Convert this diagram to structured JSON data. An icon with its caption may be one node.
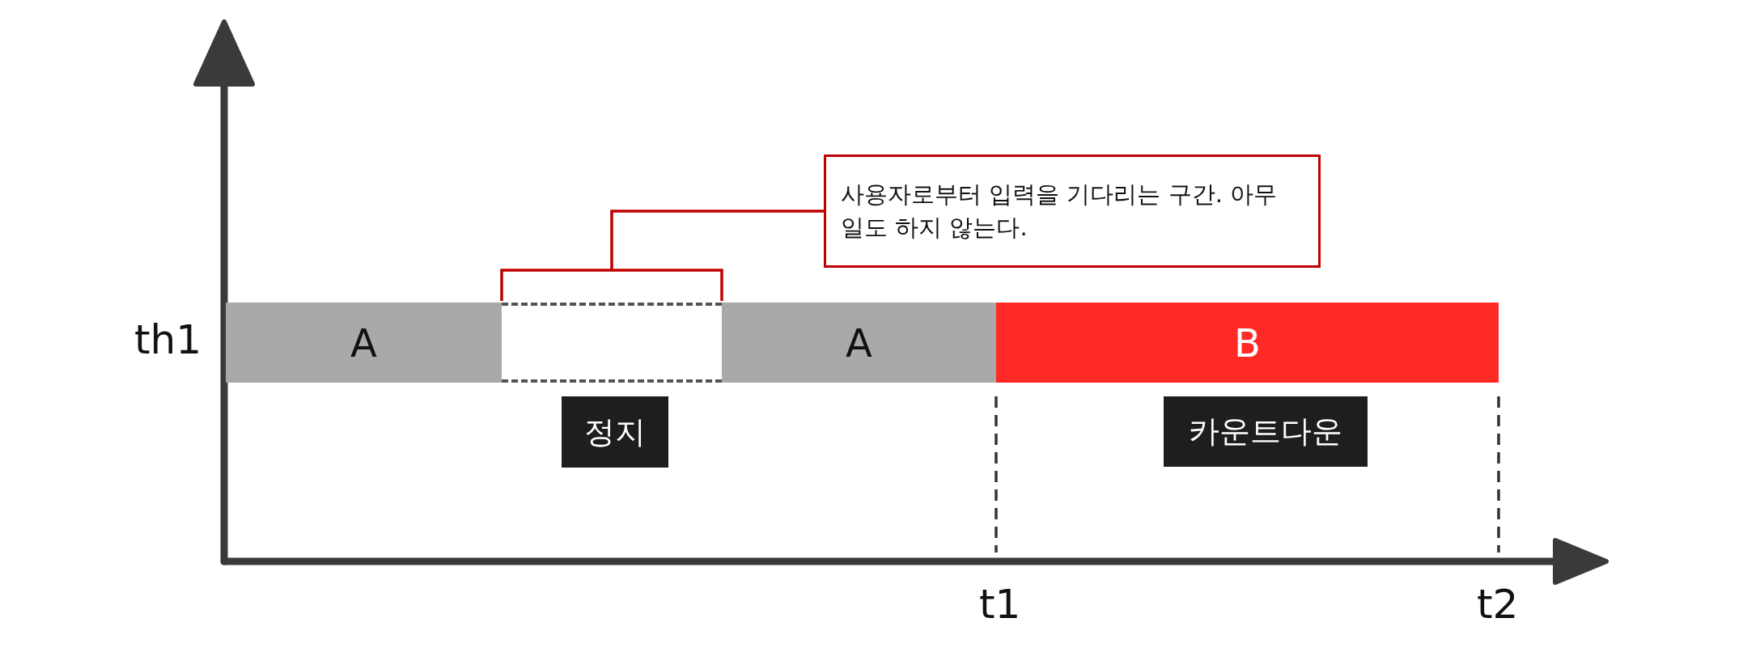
{
  "diagram": {
    "nodes": [
      {
        "text": [
          "A"
        ]
      },
      {
        "text": [],
        "shape": "box"
      },
      {
        "text": [
          "A"
        ]
      },
      {
        "text": [
          "B"
        ]
      },
      {
        "text": [
          "사용자로부터 입력을 기다리는 구간. 아무 일도 하지 않는다."
        ]
      },
      {
        "text": [
          "정지"
        ]
      },
      {
        "text": [
          "카운트다운"
        ]
      }
    ],
    "edges": [
      {
        "from": 4,
        "to": 1,
        "arrow": "none"
      }
    ],
    "labels": [
      "th1",
      "t1",
      "t2"
    ]
  }
}
